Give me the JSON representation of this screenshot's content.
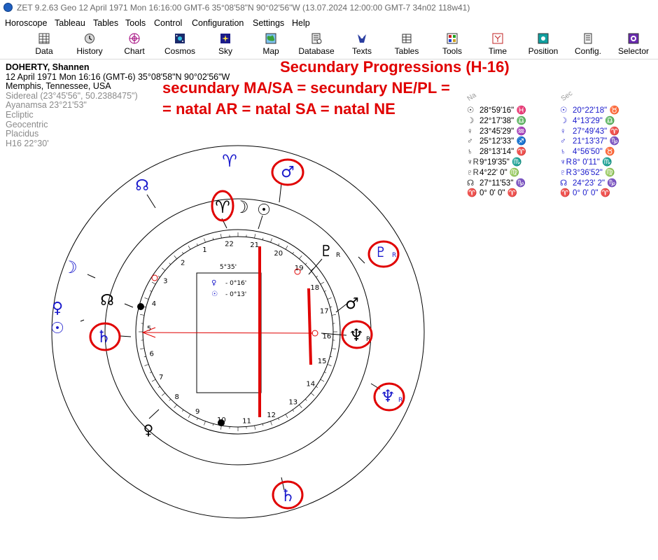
{
  "window": {
    "title": "ZET 9.2.63 Geo    12 April 1971  Mon  16:16:00 GMT-6 35°08'58\"N  90°02'56\"W  (13.07.2024  12:00:00 GMT-7 34n02 118w41)"
  },
  "menu": [
    "Horoscope",
    "Tableau",
    "Tables",
    "Tools",
    "Control",
    "Configuration",
    "Settings",
    "Help"
  ],
  "toolbar": [
    {
      "label": "Data",
      "icon": "table-icon"
    },
    {
      "label": "History",
      "icon": "history-icon"
    },
    {
      "label": "Chart",
      "icon": "chart-wheel-icon"
    },
    {
      "label": "Cosmos",
      "icon": "cosmos-icon"
    },
    {
      "label": "Sky",
      "icon": "sky-icon"
    },
    {
      "label": "Map",
      "icon": "map-icon"
    },
    {
      "label": "Database",
      "icon": "database-icon"
    },
    {
      "label": "Texts",
      "icon": "texts-icon"
    },
    {
      "label": "Tables",
      "icon": "tables-icon"
    },
    {
      "label": "Tools",
      "icon": "tools-icon"
    },
    {
      "label": "Time",
      "icon": "time-icon"
    },
    {
      "label": "Position",
      "icon": "position-icon"
    },
    {
      "label": "Config.",
      "icon": "config-icon"
    },
    {
      "label": "Selector",
      "icon": "selector-icon"
    }
  ],
  "person": {
    "name": "DOHERTY, Shannen",
    "datetime": "12 April 1971  Mon  16:16 (GMT-6) 35°08'58\"N  90°02'56\"W",
    "place": "Memphis, Tennessee, USA",
    "settings": [
      "Sidereal (23°45'56\", 50.2388475\")",
      "Ayanamsa 23°21'53\"",
      "Ecliptic",
      "Geocentric",
      "Placidus",
      "H16  22°30'"
    ]
  },
  "annotations": {
    "line1": "Secundary Progressions (H-16)",
    "line2": "secundary MA/SA = secundary NE/PL =",
    "line3": "= natal AR = natal SA = natal NE"
  },
  "chart": {
    "center_label": "5°35'",
    "aspect_rows": [
      {
        "glyph": "♀",
        "value": "- 0°16'"
      },
      {
        "glyph": "☉",
        "value": "- 0°13'"
      }
    ],
    "house_numbers": [
      "1",
      "2",
      "3",
      "4",
      "5",
      "6",
      "7",
      "8",
      "9",
      "10",
      "11",
      "12",
      "13",
      "14",
      "15",
      "16",
      "17",
      "18",
      "19",
      "20",
      "21",
      "22"
    ]
  },
  "table_headers": {
    "natal": "Na",
    "secondary": "Sec"
  },
  "natal_positions": [
    {
      "glyph": "☉",
      "pos": "28°59'16\" ♓"
    },
    {
      "glyph": "☽",
      "pos": "22°17'38\" ♎"
    },
    {
      "glyph": "♀",
      "pos": "23°45'29\" ♒"
    },
    {
      "glyph": "♂",
      "pos": "25°12'33\" ♐"
    },
    {
      "glyph": "♄",
      "pos": "28°13'14\" ♈"
    },
    {
      "glyph": "♆R",
      "pos": "9°19'35\" ♏"
    },
    {
      "glyph": "♇R",
      "pos": "4°22' 0\" ♍"
    },
    {
      "glyph": "☊",
      "pos": "27°11'53\" ♑"
    },
    {
      "glyph": "♈",
      "pos": "0° 0' 0\" ♈"
    }
  ],
  "secondary_positions": [
    {
      "glyph": "☉",
      "pos": "20°22'18\" ♉"
    },
    {
      "glyph": "☽",
      "pos": "4°13'29\" ♎"
    },
    {
      "glyph": "♀",
      "pos": "27°49'43\" ♈"
    },
    {
      "glyph": "♂",
      "pos": "21°13'37\" ♑"
    },
    {
      "glyph": "♄",
      "pos": "4°56'50\" ♉"
    },
    {
      "glyph": "♆R",
      "pos": "8° 0'11\" ♏"
    },
    {
      "glyph": "♇R",
      "pos": "3°36'52\" ♍"
    },
    {
      "glyph": "☊",
      "pos": "24°23' 2\" ♑"
    },
    {
      "glyph": "♈",
      "pos": "0° 0' 0\" ♈"
    }
  ],
  "outer_glyphs": {
    "aries": "♈",
    "mars": "♂",
    "node": "☊",
    "pluto": "♇",
    "moon": "☽",
    "venus": "♀",
    "sun": "☉",
    "saturn": "♄",
    "neptune": "♆",
    "saturn_bottom": "♄",
    "retro": "R"
  },
  "inner_glyphs": {
    "aries": "♈",
    "moon": "☽",
    "sun": "☉",
    "pluto": "♇",
    "mars": "♂",
    "neptune": "♆",
    "node": "☊",
    "saturn": "♄",
    "venus": "♀",
    "retro": "R"
  },
  "colors": {
    "red": "#e00000",
    "blue": "#1a1acc",
    "black": "#000000"
  }
}
